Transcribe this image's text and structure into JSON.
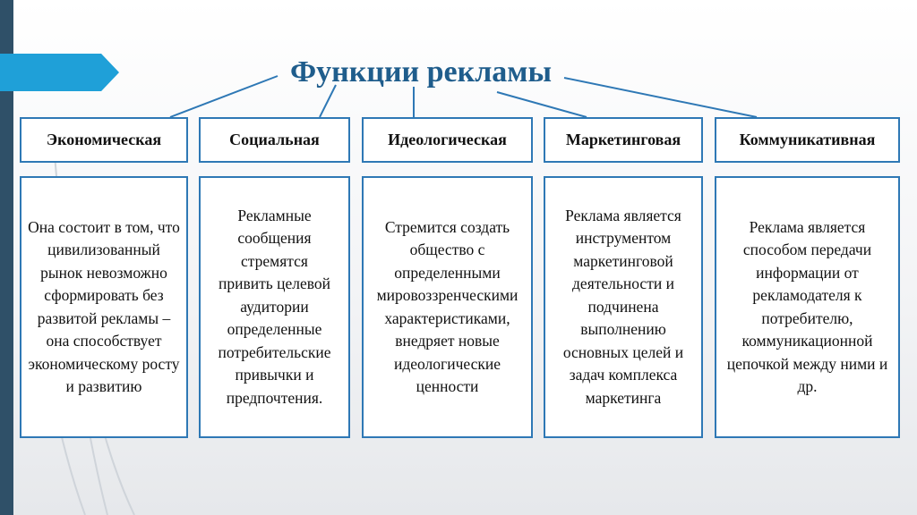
{
  "title": "Функции рекламы",
  "functions": [
    {
      "name": "Экономическая",
      "description": "Она состоит в том, что цивилизованный рынок невозможно сформировать без развитой рекламы – она способствует экономическому росту и развитию"
    },
    {
      "name": "Социальная",
      "description": "Рекламные сообщения стремятся привить целевой аудитории определенные потребительские привычки и предпочтения."
    },
    {
      "name": "Идеологическая",
      "description": "Стремится создать общество с определенными мировоззренческими характеристиками, внедряет новые идеологические ценности"
    },
    {
      "name": "Маркетинговая",
      "description": "Реклама является инструментом маркетинговой деятельности и подчинена выполнению основных целей и задач комплекса маркетинга"
    },
    {
      "name": "Коммуникативная",
      "description": "Реклама является способом передачи информации от рекламодателя к потребителю, коммуникационной цепочкой между ними и др."
    }
  ]
}
